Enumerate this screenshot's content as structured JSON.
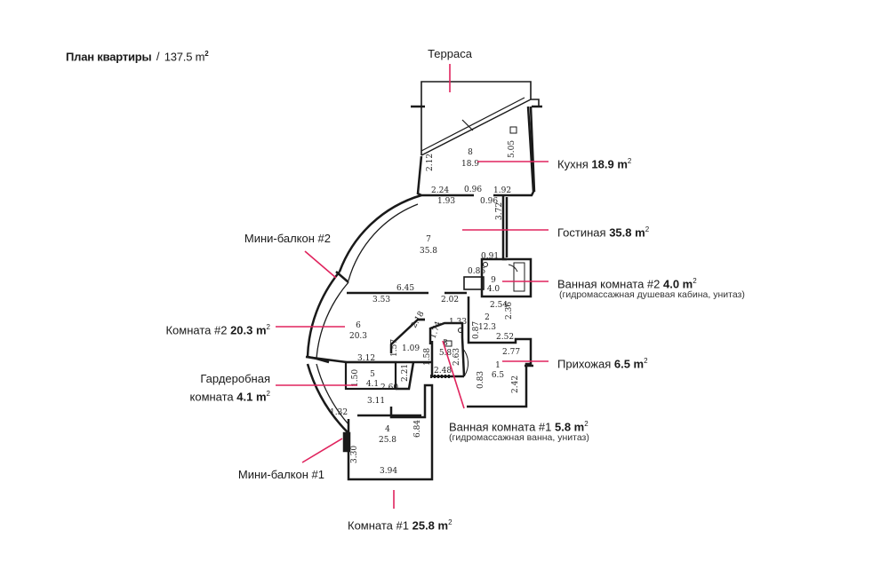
{
  "title": {
    "label": "План квартиры",
    "separator": "/",
    "area": "137.5 m",
    "area_sup": "2"
  },
  "accent_color": "#e0245e",
  "labels": {
    "terrace": "Терраса",
    "kitchen": {
      "name": "Кухня",
      "area": "18.9 m",
      "sup": "2"
    },
    "living": {
      "name": "Гостиная",
      "area": "35.8 m",
      "sup": "2"
    },
    "bath2": {
      "name": "Ванная комната #2",
      "area": "4.0 m",
      "sup": "2",
      "note": "(гидромассажная душевая кабина, унитаз)"
    },
    "hall": {
      "name": "Прихожая",
      "area": "6.5 m",
      "sup": "2"
    },
    "bath1": {
      "name": "Ванная комната #1",
      "area": "5.8 m",
      "sup": "2",
      "note": "(гидромассажная ванна, унитаз)"
    },
    "room1": {
      "name": "Комната #1",
      "area": "25.8 m",
      "sup": "2"
    },
    "balcony1": "Мини-балкон #1",
    "wardrobe": {
      "name1": "Гардеробная",
      "name2": "комната",
      "area": "4.1 m",
      "sup": "2"
    },
    "room2": {
      "name": "Комната #2",
      "area": "20.3 m",
      "sup": "2"
    },
    "balcony2": "Мини-балкон #2"
  },
  "plan": {
    "rooms": [
      {
        "num": "8",
        "area": "18.9"
      },
      {
        "num": "7",
        "area": "35.8"
      },
      {
        "num": "9",
        "area": "4.0"
      },
      {
        "num": "2",
        "area": "12.3"
      },
      {
        "num": "1",
        "area": "6.5"
      },
      {
        "num": "3",
        "area": "5.8"
      },
      {
        "num": "6",
        "area": "20.3"
      },
      {
        "num": "5",
        "area": "4.1"
      },
      {
        "num": "4",
        "area": "25.8"
      }
    ],
    "dims": [
      "2.12",
      "5.05",
      "2.24",
      "0.96",
      "1.92",
      "1.93",
      "0.96",
      "3.72",
      "0.91",
      "0.86",
      "6.45",
      "3.53",
      "2.02",
      "2.54",
      "2.36",
      "2.18",
      "1.33",
      "1.74",
      "0.87",
      "2.52",
      "2.77",
      "1.57",
      "1.09",
      "1.58",
      "2.63",
      "3.12",
      "1.50",
      "2.60",
      "2.21",
      "2.48",
      "0.83",
      "2.42",
      "3.11",
      "1.32",
      "3.30",
      "6.84",
      "3.94"
    ]
  }
}
